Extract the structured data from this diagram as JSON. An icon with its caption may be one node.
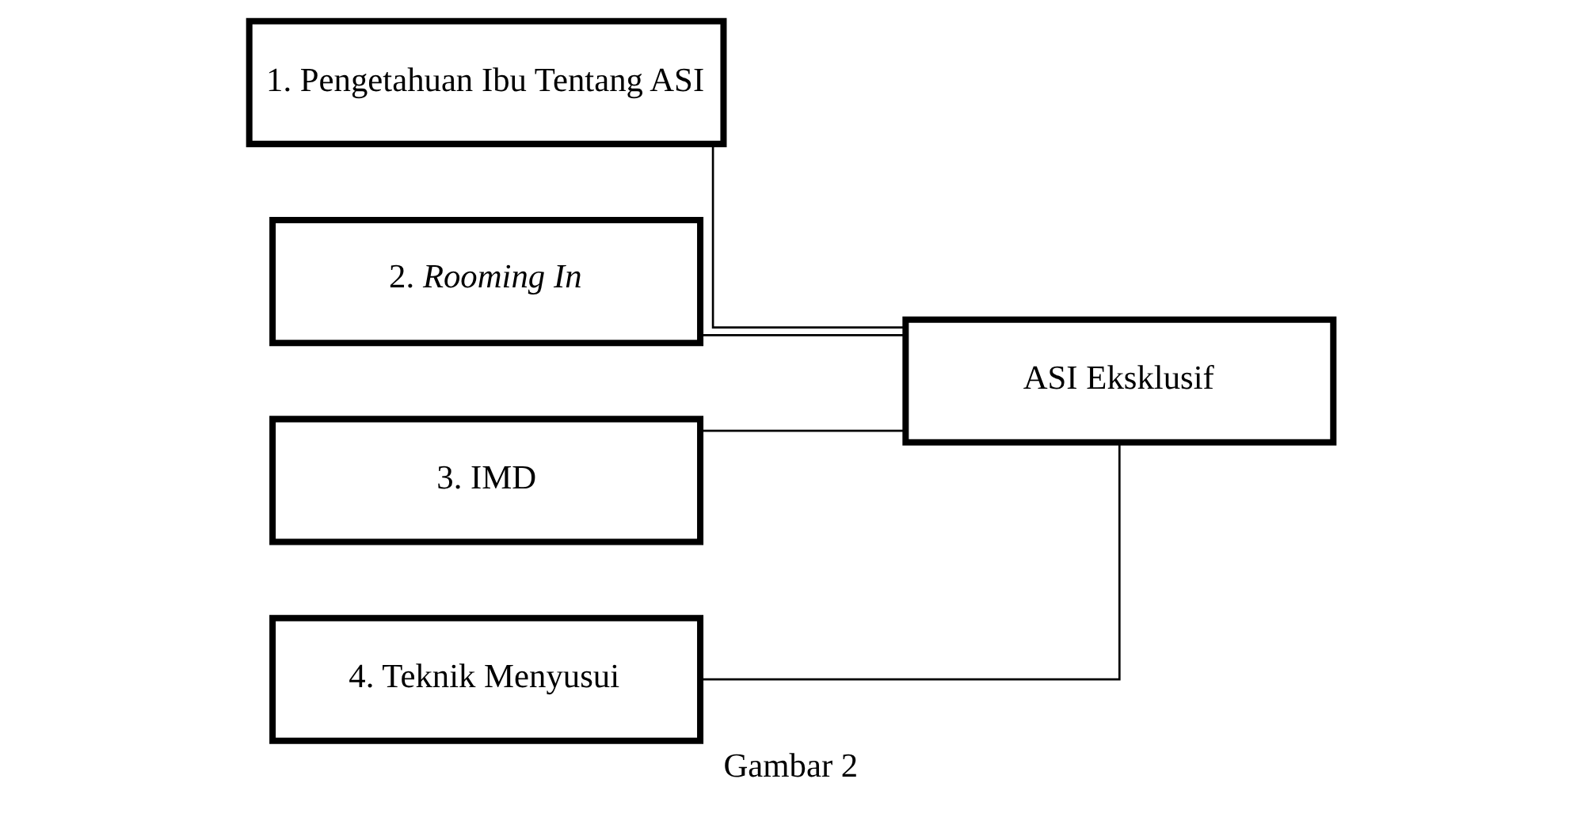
{
  "diagram": {
    "caption": "Gambar 2",
    "nodes": [
      {
        "text": [
          "1. Pengetahuan Ibu Tentang ASI"
        ]
      },
      {
        "text": [
          "2. *Rooming In*"
        ]
      },
      {
        "text": [
          "3. IMD"
        ]
      },
      {
        "text": [
          "4. Teknik Menyusui"
        ]
      },
      {
        "text": [
          "ASI Eksklusif"
        ]
      }
    ],
    "edges": [
      {
        "from": 0,
        "to": 4,
        "arrow": "none"
      },
      {
        "from": 1,
        "to": 4,
        "arrow": "none"
      },
      {
        "from": 2,
        "to": 4,
        "arrow": "none"
      },
      {
        "from": 3,
        "to": 4,
        "arrow": "none"
      }
    ]
  }
}
